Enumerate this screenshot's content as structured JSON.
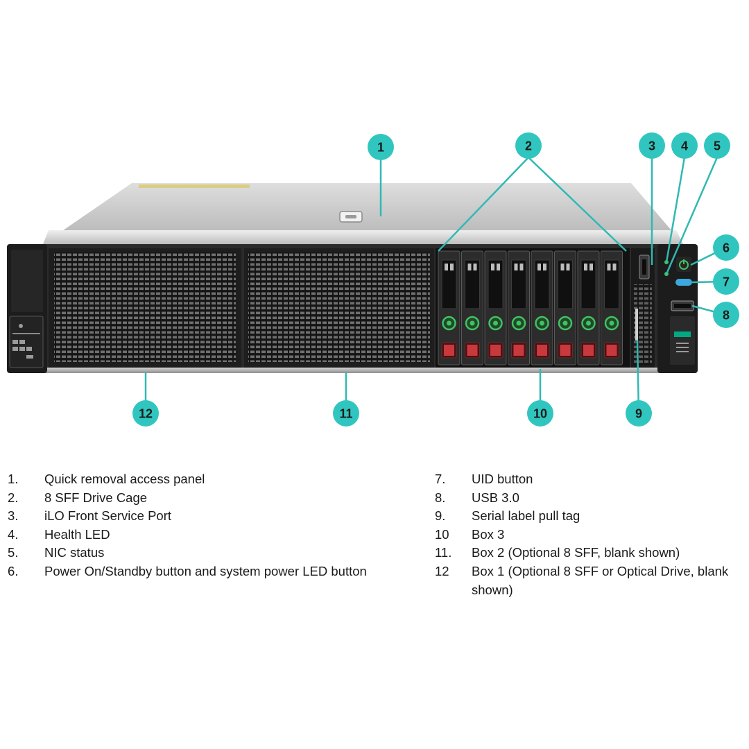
{
  "callouts": [
    "1",
    "2",
    "3",
    "4",
    "5",
    "6",
    "7",
    "8",
    "9",
    "10",
    "11",
    "12"
  ],
  "drive_count": 8,
  "legend": {
    "left": [
      {
        "num": "1.",
        "label": "Quick removal access panel"
      },
      {
        "num": "2.",
        "label": "8 SFF Drive Cage"
      },
      {
        "num": "3.",
        "label": "iLO Front Service Port"
      },
      {
        "num": "4.",
        "label": "Health LED"
      },
      {
        "num": "5.",
        "label": "NIC status"
      },
      {
        "num": "6.",
        "label": "Power On/Standby button and system power LED button"
      }
    ],
    "right": [
      {
        "num": "7.",
        "label": "UID button"
      },
      {
        "num": "8.",
        "label": "USB 3.0"
      },
      {
        "num": "9.",
        "label": "Serial label pull tag"
      },
      {
        "num": "10",
        "label": "Box 3"
      },
      {
        "num": "11.",
        "label": "Box 2 (Optional 8 SFF, blank shown)"
      },
      {
        "num": "12",
        "label": "Box 1 (Optional 8 SFF or Optical Drive, blank shown)"
      }
    ]
  },
  "colors": {
    "callout_fill": "#30c6bf",
    "callout_line": "#2fb9b2",
    "chassis_top": "#c9c9c9",
    "bezel_dark": "#1c1c1c",
    "drive_led_green": "#43c162",
    "drive_latch_red": "#c8393e",
    "hpe_green": "#01a982"
  },
  "icons": [
    "power-icon",
    "uid-icon",
    "usb-port-icon",
    "hpe-logo-icon"
  ]
}
